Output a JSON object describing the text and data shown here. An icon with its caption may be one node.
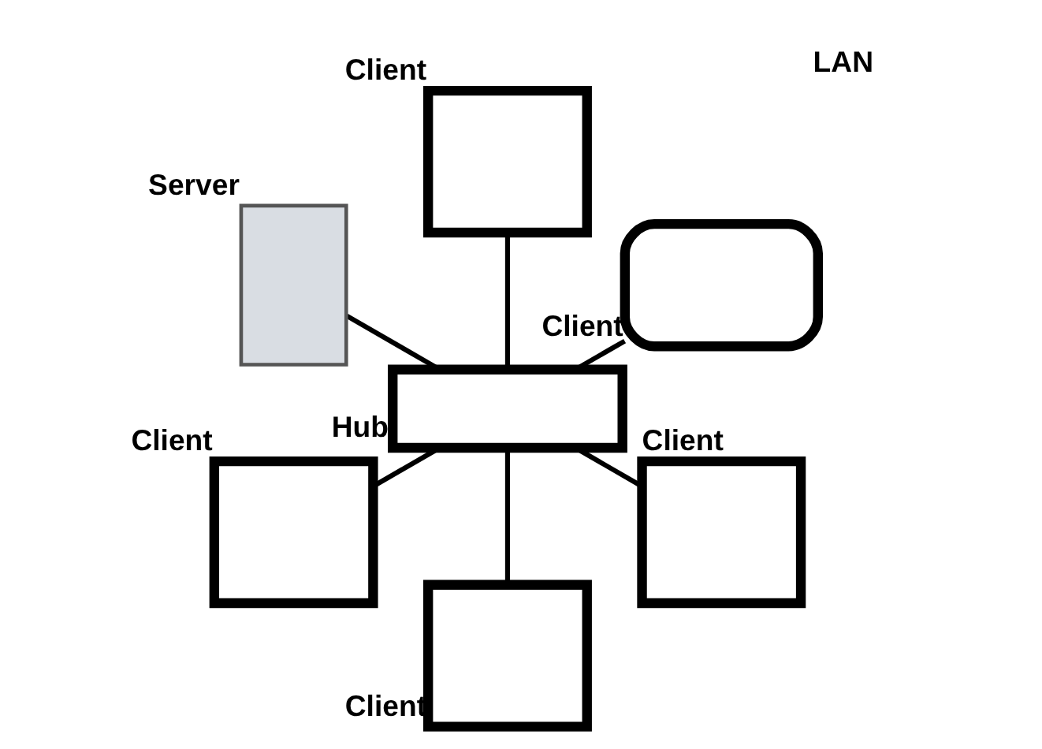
{
  "diagram": {
    "nodes": [
      {
        "text": [],
        "shape": "box",
        "beside": [
          "Client"
        ]
      },
      {
        "text": [],
        "shape": "box",
        "beside": [
          "Client"
        ]
      },
      {
        "text": [],
        "shape": "box",
        "beside": [
          "Server"
        ]
      },
      {
        "text": [],
        "shape": "box",
        "beside": [
          "Hub"
        ]
      },
      {
        "text": [],
        "shape": "box",
        "beside": [
          "Client"
        ]
      },
      {
        "text": [],
        "shape": "box",
        "beside": [
          "Client"
        ]
      },
      {
        "text": [],
        "shape": "box",
        "beside": [
          "Client"
        ]
      }
    ],
    "edges": [
      {
        "from": 3,
        "to": 0,
        "arrow": "none"
      },
      {
        "from": 3,
        "to": 1,
        "arrow": "none"
      },
      {
        "from": 3,
        "to": 2,
        "arrow": "none"
      },
      {
        "from": 3,
        "to": 4,
        "arrow": "none"
      },
      {
        "from": 3,
        "to": 5,
        "arrow": "none"
      },
      {
        "from": 3,
        "to": 6,
        "arrow": "none"
      }
    ],
    "labels": [
      "LAN"
    ]
  }
}
